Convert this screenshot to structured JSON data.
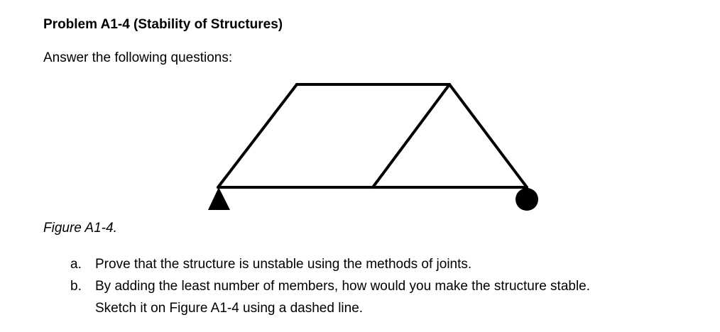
{
  "title": "Problem A1-4 (Stability of Structures)",
  "intro": "Answer the following questions:",
  "caption": "Figure A1-4.",
  "questions": [
    {
      "marker": "a.",
      "lines": [
        "Prove that the structure is unstable using the methods of joints."
      ]
    },
    {
      "marker": "b.",
      "lines": [
        "By adding the least number of members, how would you make the structure stable.",
        "Sketch it on Figure A1-4 using a dashed line."
      ]
    }
  ],
  "colors": {
    "text": "#000000",
    "member": "#000000",
    "background": "#ffffff"
  },
  "icons": {
    "left_support": "pin-support-triangle",
    "right_support": "roller-support-circle"
  }
}
